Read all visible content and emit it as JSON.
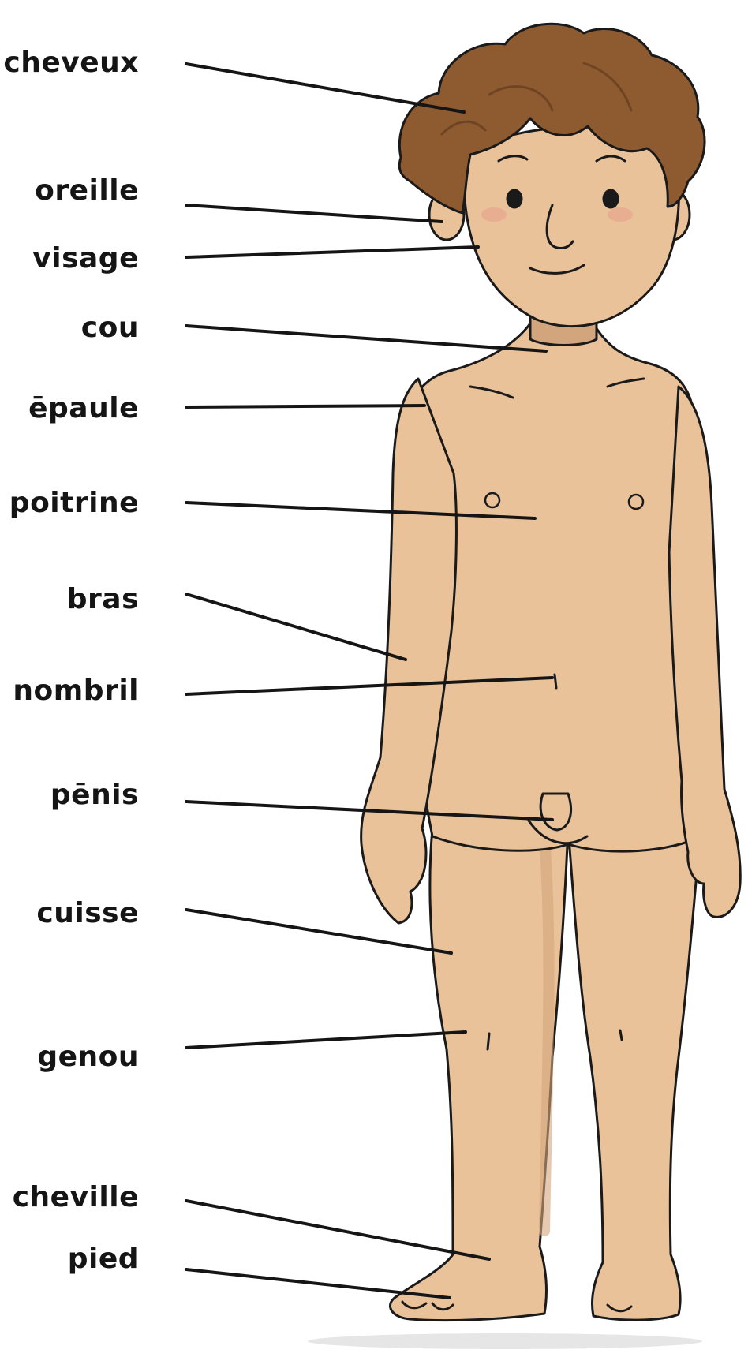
{
  "labels": {
    "cheveux": "cheveux",
    "oreille": "oreille",
    "visage": "visage",
    "cou": "cou",
    "epaule": "ēpaule",
    "poitrine": "poitrine",
    "bras": "bras",
    "nombril": "nombril",
    "penis": "pēnis",
    "cuisse": "cuisse",
    "genou": "genou",
    "cheville": "cheville",
    "pied": "pied"
  },
  "colors": {
    "skin": "#e9c29a",
    "skin_shadow": "#d3a57c",
    "hair": "#8e5a30",
    "hair_dark": "#6e4422",
    "outline": "#1a1a1a",
    "cheek": "#e8a08c"
  }
}
